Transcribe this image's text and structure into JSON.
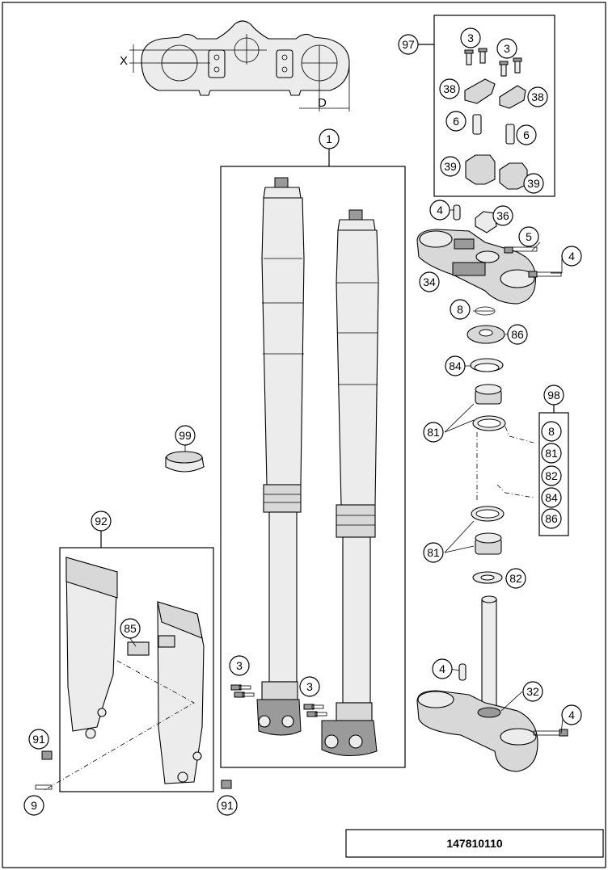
{
  "drawing": {
    "number": "147810110",
    "dimension_labels": {
      "x": "X",
      "d": "D"
    },
    "callouts": [
      {
        "id": "c1",
        "label": "1"
      },
      {
        "id": "c3a",
        "label": "3"
      },
      {
        "id": "c3b",
        "label": "3"
      },
      {
        "id": "c3c",
        "label": "3"
      },
      {
        "id": "c3d",
        "label": "3"
      },
      {
        "id": "c4a",
        "label": "4"
      },
      {
        "id": "c4b",
        "label": "4"
      },
      {
        "id": "c4c",
        "label": "4"
      },
      {
        "id": "c4d",
        "label": "4"
      },
      {
        "id": "c5",
        "label": "5"
      },
      {
        "id": "c6a",
        "label": "6"
      },
      {
        "id": "c6b",
        "label": "6"
      },
      {
        "id": "c8a",
        "label": "8"
      },
      {
        "id": "c8b",
        "label": "8"
      },
      {
        "id": "c9",
        "label": "9"
      },
      {
        "id": "c32",
        "label": "32"
      },
      {
        "id": "c34",
        "label": "34"
      },
      {
        "id": "c36",
        "label": "36"
      },
      {
        "id": "c38a",
        "label": "38"
      },
      {
        "id": "c38b",
        "label": "38"
      },
      {
        "id": "c39a",
        "label": "39"
      },
      {
        "id": "c39b",
        "label": "39"
      },
      {
        "id": "c81a",
        "label": "81"
      },
      {
        "id": "c81b",
        "label": "81"
      },
      {
        "id": "c81c",
        "label": "81"
      },
      {
        "id": "c82a",
        "label": "82"
      },
      {
        "id": "c82b",
        "label": "82"
      },
      {
        "id": "c84a",
        "label": "84"
      },
      {
        "id": "c84b",
        "label": "84"
      },
      {
        "id": "c85",
        "label": "85"
      },
      {
        "id": "c86a",
        "label": "86"
      },
      {
        "id": "c86b",
        "label": "86"
      },
      {
        "id": "c91a",
        "label": "91"
      },
      {
        "id": "c91b",
        "label": "91"
      },
      {
        "id": "c92",
        "label": "92"
      },
      {
        "id": "c97",
        "label": "97"
      },
      {
        "id": "c98",
        "label": "98"
      },
      {
        "id": "c99",
        "label": "99"
      }
    ]
  }
}
